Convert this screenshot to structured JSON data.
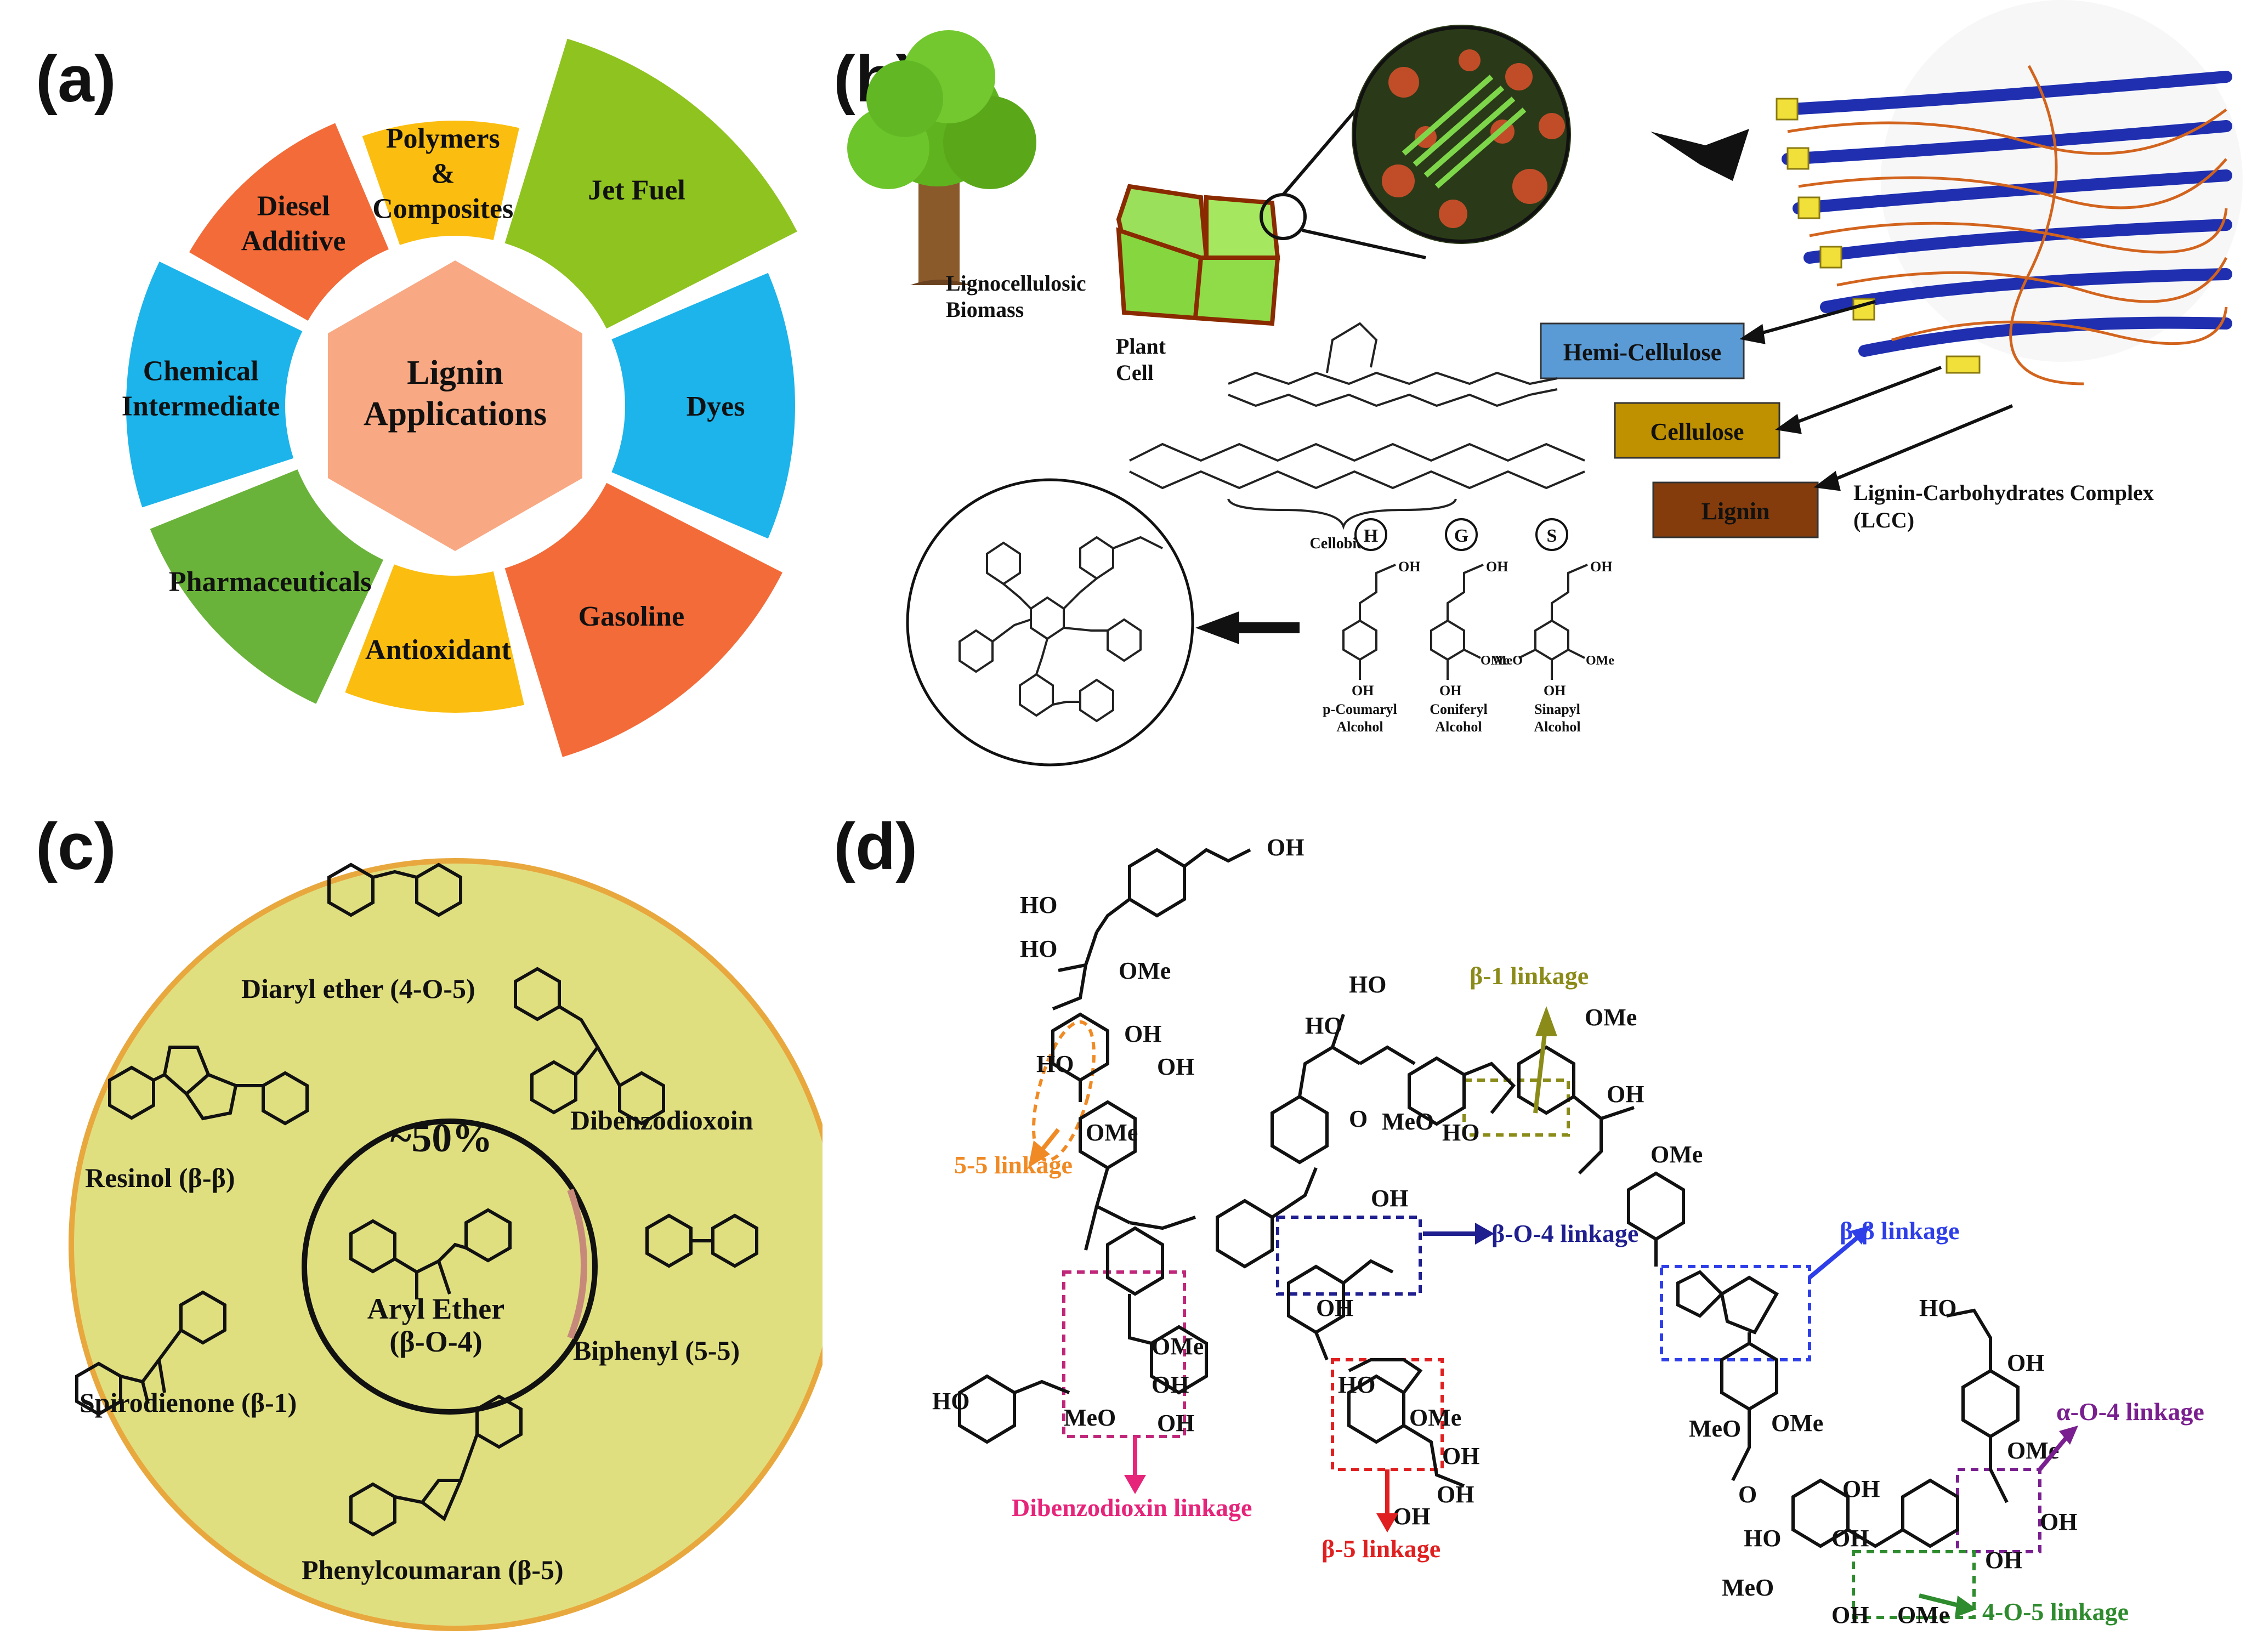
{
  "panels": {
    "a": {
      "label": "(a)",
      "center": "Lignin Applications",
      "center_lines": [
        "Lignin",
        "Applications"
      ],
      "segments": [
        {
          "lines": [
            "Diesel",
            "Additive"
          ],
          "color": "#f36b38"
        },
        {
          "lines": [
            "Polymers",
            "&",
            "Composites"
          ],
          "color": "#fbbd10"
        },
        {
          "lines": [
            "Jet Fuel"
          ],
          "color": "#8fc31f"
        },
        {
          "lines": [
            "Dyes"
          ],
          "color": "#1cb4ea"
        },
        {
          "lines": [
            "Gasoline"
          ],
          "color": "#f36b38"
        },
        {
          "lines": [
            "Antioxidant"
          ],
          "color": "#fbbd10"
        },
        {
          "lines": [
            "Pharmaceuticals"
          ],
          "color": "#6ab33a"
        },
        {
          "lines": [
            "Chemical",
            "Intermediate"
          ],
          "color": "#1cb4ea"
        }
      ]
    },
    "b": {
      "label": "(b)",
      "biomass": [
        "Lignocellulosic",
        "Biomass"
      ],
      "plant_cell": [
        "Plant",
        "Cell"
      ],
      "hemicellulose": "Hemi-Cellulose",
      "cellulose": "Cellulose",
      "lignin": "Lignin",
      "lcc": [
        "Lignin-Carbohydrates Complex",
        "(LCC)"
      ],
      "cellobiose": "Cellobiose",
      "monomers": [
        {
          "tag": "H",
          "name": [
            "p-Coumaryl",
            "Alcohol"
          ]
        },
        {
          "tag": "G",
          "name": [
            "Coniferyl",
            "Alcohol"
          ]
        },
        {
          "tag": "S",
          "name": [
            "Sinapyl",
            "Alcohol"
          ]
        }
      ],
      "colors": {
        "hemicellulose": "#5b9bd5",
        "cellulose": "#bf9000",
        "lignin": "#843c0c"
      }
    },
    "c": {
      "label": "(c)",
      "percent": "~50%",
      "center": [
        "Aryl Ether",
        "(β-O-4)"
      ],
      "linkages": [
        "Diaryl ether (4-O-5)",
        "Dibenzodioxoin",
        "Biphenyl (5-5)",
        "Phenylcoumaran (β-5)",
        "Spirodienone (β-1)",
        "Resinol (β-β)"
      ],
      "colors": {
        "disk": "#e0df80",
        "ring": "#e8a83e"
      }
    },
    "d": {
      "label": "(d)",
      "linkages": [
        {
          "text": "β-1 linkage",
          "color": "#8b8b1a"
        },
        {
          "text": "5-5 linkage",
          "color": "#f08a24"
        },
        {
          "text": "β-O-4 linkage",
          "color": "#1f1f8f"
        },
        {
          "text": "β-β linkage",
          "color": "#2e3ee8"
        },
        {
          "text": "α-O-4 linkage",
          "color": "#7a1f8f"
        },
        {
          "text": "Dibenzodioxin linkage",
          "color": "#e6247a"
        },
        {
          "text": "β-5 linkage",
          "color": "#e02020"
        },
        {
          "text": "4-O-5 linkage",
          "color": "#2e8b2e"
        }
      ]
    }
  }
}
